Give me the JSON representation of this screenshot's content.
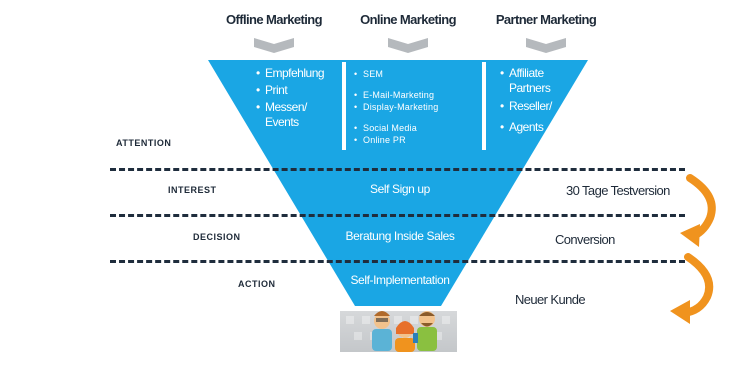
{
  "channels": {
    "offline": {
      "title": "Offline Marketing",
      "items": [
        "Empfehlung",
        "Print",
        "Messen/ Events"
      ]
    },
    "online": {
      "title": "Online Marketing",
      "items": [
        "SEM",
        "E-Mail-Marketing",
        "Display-Marketing",
        "Social Media",
        "Online PR"
      ]
    },
    "partner": {
      "title": "Partner Marketing",
      "items": [
        "Affiliate Partners",
        "Reseller/",
        "Agents"
      ]
    }
  },
  "stages": {
    "attention": "ATTENTION",
    "interest": "INTEREST",
    "decision": "DECISION",
    "action": "ACTION"
  },
  "bands": {
    "interest": "Self Sign up",
    "decision": "Beratung Inside Sales",
    "action": "Self-Implementation"
  },
  "outcomes": {
    "interest": "30 Tage Testversion",
    "decision": "Conversion",
    "action": "Neuer Kunde"
  },
  "colors": {
    "funnel_blue": "#1aa6e4",
    "chevron_gray": "#b5b9bd",
    "arrow_orange": "#f0931e",
    "divider_navy": "#1f2d3d"
  },
  "icons": {
    "chevrons": "chevron-down-icon",
    "arrows": "curved-arrow-icon",
    "people": "customers-illustration"
  }
}
